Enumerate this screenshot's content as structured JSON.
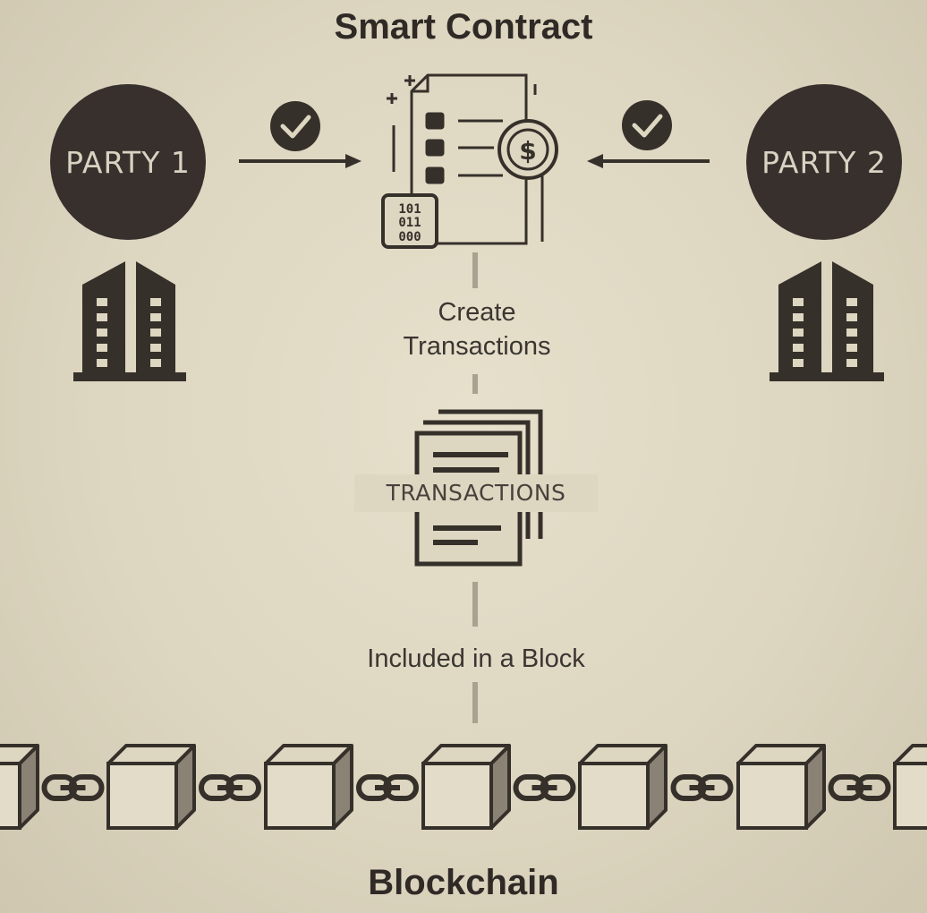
{
  "title_top": "Smart Contract",
  "title_bottom": "Blockchain",
  "party_1": {
    "label": "PARTY 1"
  },
  "party_2": {
    "label": "PARTY 2"
  },
  "step_create": "Create\nTransactions",
  "transactions_label": "TRANSACTIONS",
  "step_include": "Included in a Block",
  "icons": {
    "check": "check-circle-icon",
    "contract": "contract-document-icon",
    "coin": "dollar-coin-icon",
    "binary": "binary-code-icon",
    "building": "building-icon",
    "transactions": "stacked-documents-icon",
    "block": "cube-block-icon",
    "link": "chain-link-icon"
  },
  "colors": {
    "ink": "#36302b",
    "background": "#ddd6c0",
    "party_fill": "#37302c",
    "party_text": "#d8d2c2",
    "connector": "#a9a291"
  }
}
